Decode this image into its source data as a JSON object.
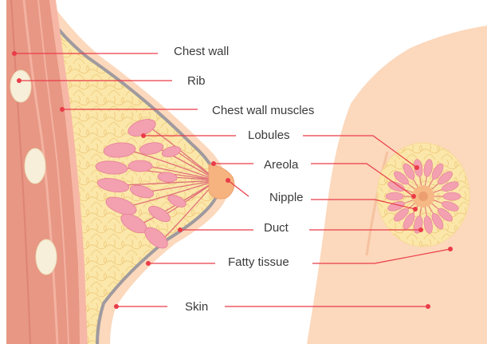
{
  "labels": {
    "chest_wall": "Chest wall",
    "rib": "Rib",
    "chest_wall_muscles": "Chest wall muscles",
    "lobules": "Lobules",
    "areola": "Areola",
    "nipple": "Nipple",
    "duct": "Duct",
    "fatty_tissue": "Fatty tissue",
    "skin": "Skin"
  },
  "colors": {
    "skin": "#fcd8bc",
    "skin_edge": "#f5c2a0",
    "fat": "#fbe7a9",
    "fat_cell": "#f2cf86",
    "muscle": "#e79784",
    "muscle_dark": "#d9786a",
    "rib": "#f7efd9",
    "chest_line": "#9f9a9f",
    "lobule": "#f3a0b1",
    "lobule_dark": "#e57f95",
    "duct": "#e0707a",
    "pointer": "#ea3b48",
    "text": "#3a3a3a"
  }
}
